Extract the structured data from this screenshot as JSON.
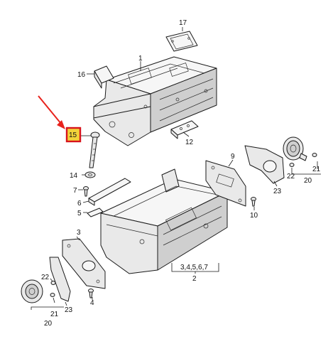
{
  "callouts": {
    "c1": "1",
    "c2": "2",
    "c3": "3",
    "c3to7": "3,4,5,6,7",
    "c4": "4",
    "c5": "5",
    "c6": "6",
    "c7": "7",
    "c9": "9",
    "c10": "10",
    "c12": "12",
    "c14": "14",
    "c15": "15",
    "c16": "16",
    "c17": "17",
    "c20_right": "20",
    "c21_right": "21",
    "c22_right": "22",
    "c23_right": "23",
    "c20_left": "20",
    "c21_left": "21",
    "c22_left": "22",
    "c23_left": "23"
  },
  "highlight": {
    "callout": "15",
    "box_color": "#f2d33a",
    "border_color": "#d8141c",
    "arrow_color": "#e8221c"
  }
}
